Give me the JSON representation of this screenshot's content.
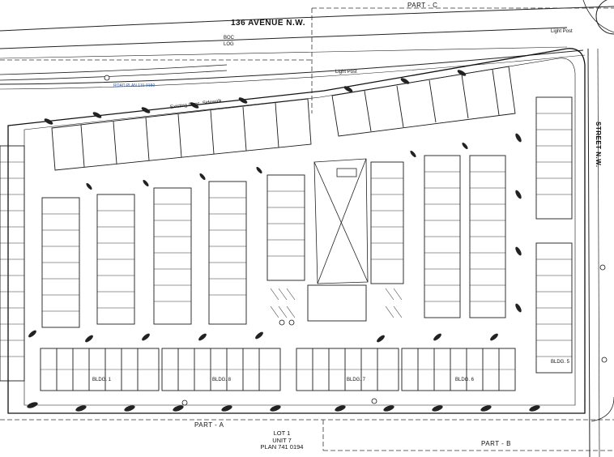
{
  "map": {
    "street_top": "136 AVENUE N.W.",
    "street_side": "STREET N.W.",
    "boc_label": "BOC",
    "log_label": "LOG",
    "road_plan": "ROAD  PLAN  131 0150",
    "existing_sidewalk": "Existing Conc. Sidewalk",
    "light_post": "Light Post",
    "parts": {
      "c": "PART - C",
      "a": "PART - A",
      "b": "PART - B"
    },
    "lot_info": {
      "lot": "LOT 1",
      "unit": "UNIT 7",
      "plan": "PLAN 741 0194"
    },
    "buildings": [
      "BLDG. 1",
      "BLDG. 8",
      "BLDG. 7",
      "BLDG. 6",
      "BLDG. 5"
    ],
    "colors": {
      "linework": "#1a1a1a",
      "road_plan_text": "#2a5fb0",
      "background": "#ffffff"
    }
  }
}
